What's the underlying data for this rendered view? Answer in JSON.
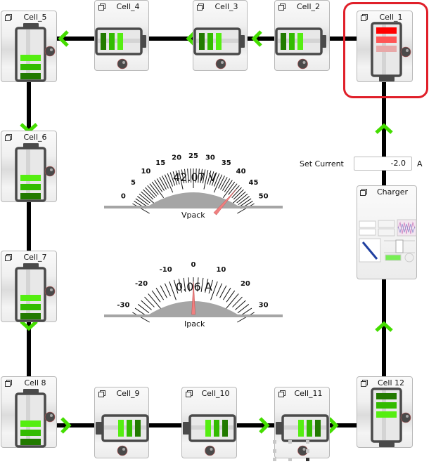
{
  "cells": [
    {
      "id": "cell_1",
      "label": "Cell_1",
      "orientation": "vertical",
      "cap": "bottom",
      "state": "low",
      "selected": true
    },
    {
      "id": "cell_2",
      "label": "Cell_2",
      "orientation": "horizontal",
      "cap": "right",
      "state": "full"
    },
    {
      "id": "cell_3",
      "label": "Cell_3",
      "orientation": "horizontal",
      "cap": "right",
      "state": "full"
    },
    {
      "id": "cell_4",
      "label": "Cell_4",
      "orientation": "horizontal",
      "cap": "right",
      "state": "full"
    },
    {
      "id": "cell_5",
      "label": "Cell_5",
      "orientation": "vertical",
      "cap": "top",
      "state": "full"
    },
    {
      "id": "cell_6",
      "label": "Cell_6",
      "orientation": "vertical",
      "cap": "top",
      "state": "full"
    },
    {
      "id": "cell_7",
      "label": "Cell_7",
      "orientation": "vertical",
      "cap": "top",
      "state": "full"
    },
    {
      "id": "cell_8",
      "label": "Cell 8",
      "orientation": "vertical",
      "cap": "top",
      "state": "full"
    },
    {
      "id": "cell_9",
      "label": "Cell_9",
      "orientation": "horizontal",
      "cap": "left",
      "state": "full"
    },
    {
      "id": "cell_10",
      "label": "Cell_10",
      "orientation": "horizontal",
      "cap": "left",
      "state": "full"
    },
    {
      "id": "cell_11",
      "label": "Cell_11",
      "orientation": "horizontal",
      "cap": "left",
      "state": "full"
    },
    {
      "id": "cell_12",
      "label": "Cell 12",
      "orientation": "vertical",
      "cap": "bottom",
      "state": "full"
    }
  ],
  "charger": {
    "label": "Charger"
  },
  "set_current": {
    "label": "Set Current",
    "value": "-2.0",
    "unit": "A"
  },
  "vpack_meter": {
    "label": "Vpack",
    "readout": "42.07 V",
    "value": 42.07,
    "min": 0,
    "max": 50,
    "ticks": [
      "0",
      "5",
      "10",
      "15",
      "20",
      "25",
      "30",
      "35",
      "40",
      "45",
      "50"
    ]
  },
  "ipack_meter": {
    "label": "Ipack",
    "readout": "0.06 A",
    "value": 0.06,
    "min": -30,
    "max": 30,
    "ticks": [
      "-30",
      "-20",
      "-10",
      "0",
      "10",
      "20",
      "30"
    ]
  },
  "colors": {
    "bar_light": "#55ee11",
    "bar_mid": "#33bb00",
    "bar_dark": "#227a00",
    "red_full": "#ff0000",
    "red_mid": "#ff5555",
    "red_faint": "#e8a8a8",
    "battery_frame": "#4a4a4a",
    "arrow": "#44dd00",
    "needle": "#f08080",
    "highlight": "#e0202a"
  }
}
